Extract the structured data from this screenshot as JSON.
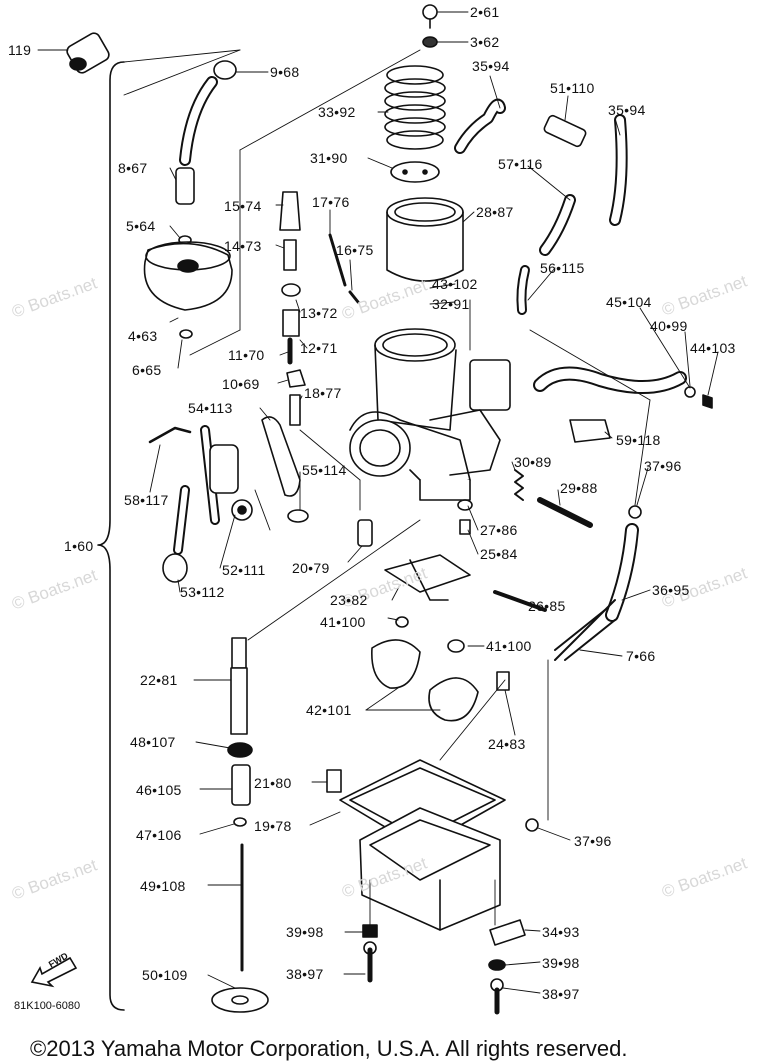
{
  "diagram": {
    "callouts": [
      {
        "id": "c1",
        "text": "2•61"
      },
      {
        "id": "c2",
        "text": "3•62"
      },
      {
        "id": "c3",
        "text": "119"
      },
      {
        "id": "c4",
        "text": "9•68"
      },
      {
        "id": "c5",
        "text": "35•94"
      },
      {
        "id": "c6",
        "text": "51•110"
      },
      {
        "id": "c7",
        "text": "35•94"
      },
      {
        "id": "c8",
        "text": "33•92"
      },
      {
        "id": "c9",
        "text": "31•90"
      },
      {
        "id": "c10",
        "text": "57•116"
      },
      {
        "id": "c11",
        "text": "8•67"
      },
      {
        "id": "c12",
        "text": "15•74"
      },
      {
        "id": "c13",
        "text": "17•76"
      },
      {
        "id": "c14",
        "text": "28•87"
      },
      {
        "id": "c15",
        "text": "5•64"
      },
      {
        "id": "c16",
        "text": "14•73"
      },
      {
        "id": "c17",
        "text": "16•75"
      },
      {
        "id": "c18",
        "text": "56•115"
      },
      {
        "id": "c19",
        "text": "43•102"
      },
      {
        "id": "c20",
        "text": "32•91"
      },
      {
        "id": "c21",
        "text": "45•104"
      },
      {
        "id": "c22",
        "text": "13•72"
      },
      {
        "id": "c23",
        "text": "40•99"
      },
      {
        "id": "c24",
        "text": "44•103"
      },
      {
        "id": "c25",
        "text": "4•63"
      },
      {
        "id": "c26",
        "text": "12•71"
      },
      {
        "id": "c27",
        "text": "6•65"
      },
      {
        "id": "c28",
        "text": "11•70"
      },
      {
        "id": "c29",
        "text": "10•69"
      },
      {
        "id": "c30",
        "text": "18•77"
      },
      {
        "id": "c31",
        "text": "54•113"
      },
      {
        "id": "c32",
        "text": "59•118"
      },
      {
        "id": "c33",
        "text": "37•96"
      },
      {
        "id": "c34",
        "text": "30•89"
      },
      {
        "id": "c35",
        "text": "55•114"
      },
      {
        "id": "c36",
        "text": "29•88"
      },
      {
        "id": "c37",
        "text": "58•117"
      },
      {
        "id": "c38",
        "text": "27•86"
      },
      {
        "id": "c39",
        "text": "1•60"
      },
      {
        "id": "c40",
        "text": "25•84"
      },
      {
        "id": "c41",
        "text": "52•111"
      },
      {
        "id": "c42",
        "text": "20•79"
      },
      {
        "id": "c43",
        "text": "36•95"
      },
      {
        "id": "c44",
        "text": "26•85"
      },
      {
        "id": "c45",
        "text": "53•112"
      },
      {
        "id": "c46",
        "text": "23•82"
      },
      {
        "id": "c47",
        "text": "41•100"
      },
      {
        "id": "c48",
        "text": "41•100"
      },
      {
        "id": "c49",
        "text": "7•66"
      },
      {
        "id": "c50",
        "text": "22•81"
      },
      {
        "id": "c51",
        "text": "42•101"
      },
      {
        "id": "c52",
        "text": "24•83"
      },
      {
        "id": "c53",
        "text": "48•107"
      },
      {
        "id": "c54",
        "text": "21•80"
      },
      {
        "id": "c55",
        "text": "46•105"
      },
      {
        "id": "c56",
        "text": "19•78"
      },
      {
        "id": "c57",
        "text": "47•106"
      },
      {
        "id": "c58",
        "text": "37•96"
      },
      {
        "id": "c59",
        "text": "49•108"
      },
      {
        "id": "c60",
        "text": "39•98"
      },
      {
        "id": "c61",
        "text": "34•93"
      },
      {
        "id": "c62",
        "text": "38•97"
      },
      {
        "id": "c63",
        "text": "39•98"
      },
      {
        "id": "c64",
        "text": "50•109"
      },
      {
        "id": "c65",
        "text": "38•97"
      }
    ],
    "drawing_code": "81K100-6080",
    "fwd_label": "FWD",
    "watermark": "© Boats.net",
    "copyright": "©2013 Yamaha Motor Corporation, U.S.A. All rights reserved."
  }
}
